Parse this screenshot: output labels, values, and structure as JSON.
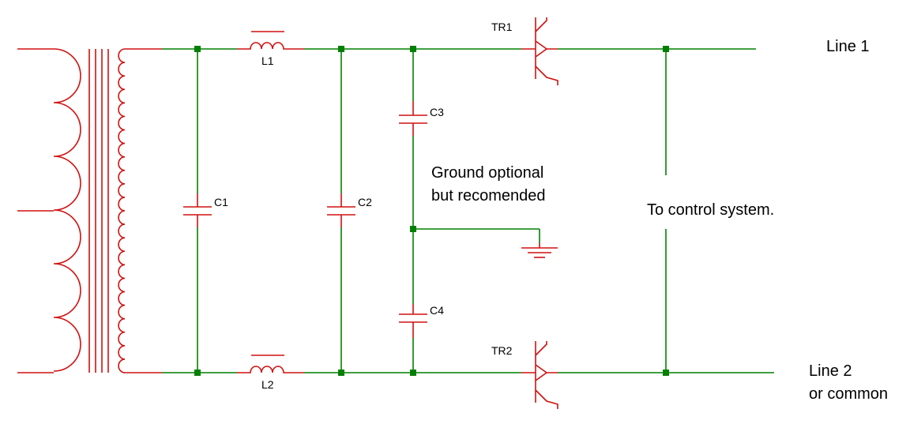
{
  "diagram": {
    "components": {
      "inductor_1": "L1",
      "inductor_2": "L2",
      "capacitor_1": "C1",
      "capacitor_2": "C2",
      "capacitor_3": "C3",
      "capacitor_4": "C4",
      "transistor_1": "TR1",
      "transistor_2": "TR2"
    },
    "labels": {
      "line1": "Line 1",
      "line2_a": "Line 2",
      "line2_b": "or common",
      "ground_a": "Ground optional",
      "ground_b": "but recomended",
      "control": "To control system."
    },
    "colors": {
      "component": "#d01010",
      "wire": "#008000",
      "text": "#000000"
    }
  }
}
